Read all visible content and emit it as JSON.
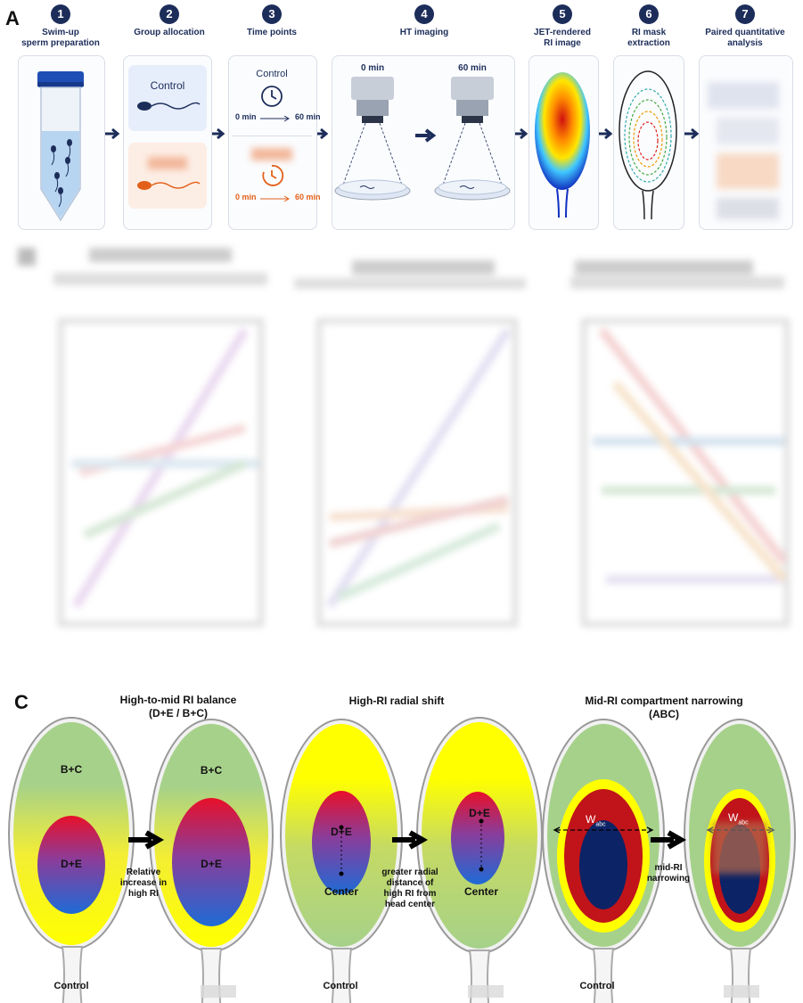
{
  "panel_a": {
    "letter": "A",
    "steps": [
      {
        "num": "1",
        "title": "Swim-up\nsperm preparation"
      },
      {
        "num": "2",
        "title": "Group allocation"
      },
      {
        "num": "3",
        "title": "Time points"
      },
      {
        "num": "4",
        "title": "HT imaging"
      },
      {
        "num": "5",
        "title": "JET-rendered\nRI image"
      },
      {
        "num": "6",
        "title": "RI mask\nextraction"
      },
      {
        "num": "7",
        "title": "Paired quantitative\nanalysis"
      }
    ],
    "group_control_label": "Control",
    "time_control_label": "Control",
    "time_control_start": "0 min",
    "time_control_end": "60 min",
    "time_treat_start": "0 min",
    "time_treat_end": "60 min",
    "ht_left_label": "0 min",
    "ht_right_label": "60 min",
    "colors": {
      "navy": "#1c2d5a",
      "orange": "#e2601a"
    }
  },
  "panel_c": {
    "letter": "C",
    "titles": [
      "High-to-mid RI balance\n(D+E / B+C)",
      "High-RI radial shift",
      "Mid-RI compartment narrowing\n(ABC)"
    ],
    "h1_left_top": "B+C",
    "h1_left_bottom": "D+E",
    "h1_right_top": "B+C",
    "h1_right_bottom": "D+E",
    "arrow1_text": "Relative\nincrease in\nhigh RI",
    "h2_left_top": "D+E",
    "h2_left_center": "Center",
    "h2_right_top": "D+E",
    "h2_right_center": "Center",
    "arrow2_text": "greater radial\ndistance of\nhigh RI from\nhead center",
    "h3_w_left": "W",
    "h3_w_left_sub": "abc",
    "h3_w_right": "W",
    "h3_w_right_sub": "abc",
    "arrow3_text": "mid-RI\nnarrowing",
    "control_labels": [
      "Control",
      "Control",
      "Control"
    ]
  }
}
